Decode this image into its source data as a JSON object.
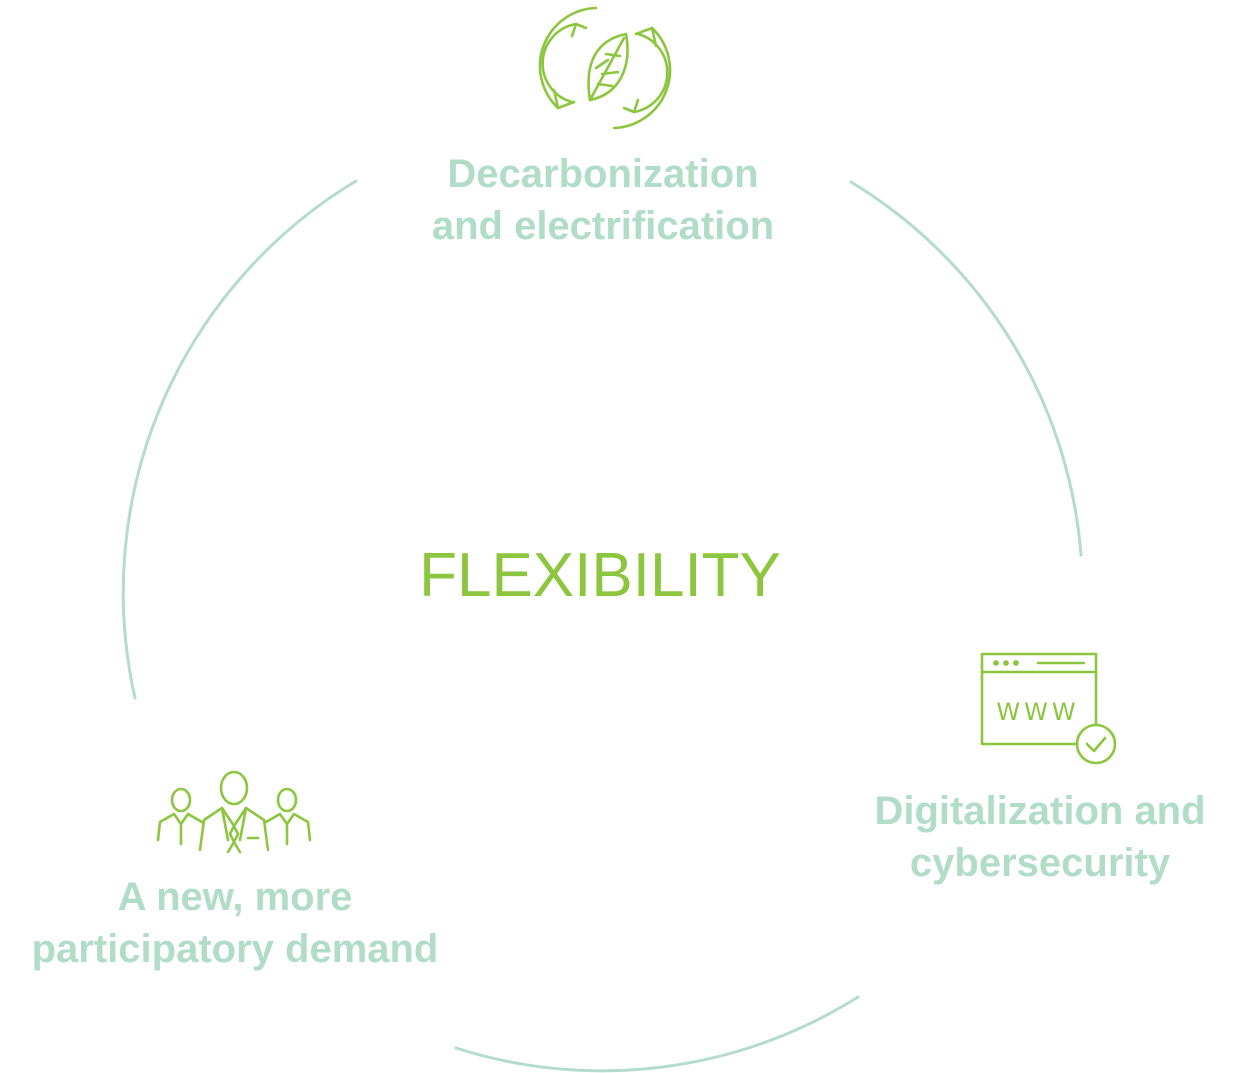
{
  "center": {
    "title": "FLEXIBILITY",
    "color": "#8cc63f"
  },
  "colors": {
    "ring": "#b4dccc",
    "label": "#b0dcc8",
    "icon": "#8cc63f"
  },
  "nodes": [
    {
      "id": "decarbonization",
      "icon": "recycle-leaf-icon",
      "lines": [
        "Decarbonization",
        "and electrification"
      ]
    },
    {
      "id": "digitalization",
      "icon": "web-check-icon",
      "icon_text": "WWW",
      "lines": [
        "Digitalization and",
        "cybersecurity"
      ]
    },
    {
      "id": "demand",
      "icon": "people-group-icon",
      "lines": [
        "A new, more",
        "participatory demand"
      ]
    }
  ]
}
